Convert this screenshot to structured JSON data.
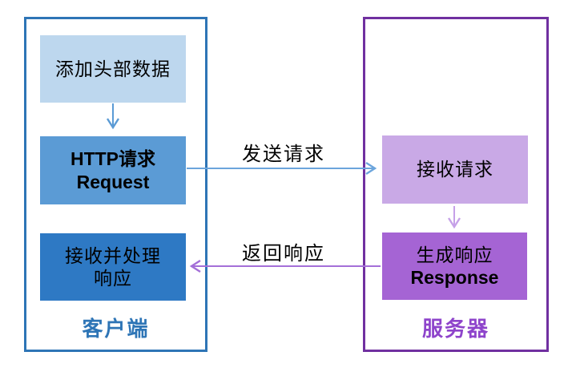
{
  "diagram": {
    "client": {
      "label": "客户端",
      "boxes": {
        "add_header": "添加头部数据",
        "http_request_line1": "HTTP请求",
        "http_request_line2": "Request",
        "receive_process_line1": "接收并处理",
        "receive_process_line2": "响应"
      }
    },
    "server": {
      "label": "服务器",
      "boxes": {
        "receive_request": "接收请求",
        "generate_response_line1": "生成响应",
        "generate_response_line2": "Response"
      }
    },
    "arrows": {
      "send_label": "发送请求",
      "return_label": "返回响应"
    },
    "colors": {
      "client_border": "#2E75B6",
      "client_box_light": "#BDD7EE",
      "client_box_medium": "#5B9BD5",
      "client_box_dark": "#2E79C4",
      "client_label_text": "#2E75B6",
      "server_border": "#7030A0",
      "server_box_light": "#C9A9E6",
      "server_box_dark": "#A564D4",
      "server_label_text": "#8E44CB",
      "arrow_blue": "#5B9BD5",
      "arrow_purple": "#A46FD8",
      "arrow_purple_light": "#C6A1E8"
    }
  }
}
